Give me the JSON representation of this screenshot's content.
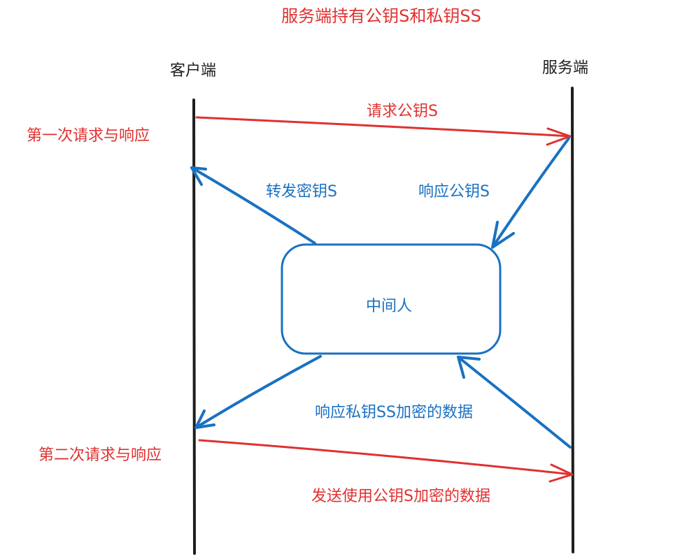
{
  "title": "服务端持有公钥S和私钥SS",
  "actors": {
    "client": "客户端",
    "server": "服务端",
    "middleman": "中间人"
  },
  "phases": {
    "first": "第一次请求与响应",
    "second": "第二次请求与响应"
  },
  "messages": {
    "request_public_key": "请求公钥S",
    "respond_public_key": "响应公钥S",
    "forward_key": "转发密钥S",
    "respond_encrypted_data": "响应私钥SS加密的数据",
    "send_encrypted_data": "发送使用公钥S加密的数据"
  },
  "colors": {
    "red": "#e03131",
    "blue": "#1971c2",
    "lifeline": "#1e1e1e"
  }
}
